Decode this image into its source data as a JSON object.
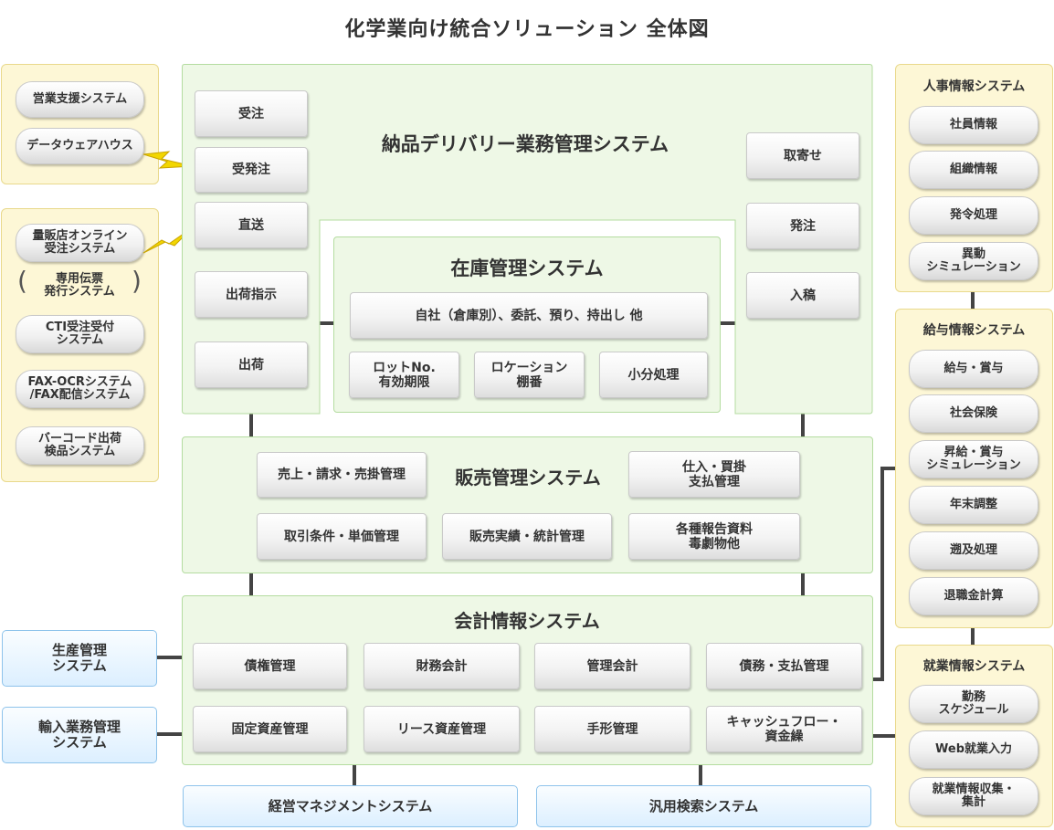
{
  "title": "化学業向け統合ソリューション 全体図",
  "left_top": {
    "items": [
      "営業支援システム",
      "データウェアハウス"
    ]
  },
  "left_bottom": {
    "items": [
      "量販店オンライン\n受注システム",
      "専用伝票\n発行システム",
      "CTI受注受付\nシステム",
      "FAX-OCRシステム\n/FAX配信システム",
      "バーコード出荷\n検品システム"
    ]
  },
  "delivery": {
    "title": "納品デリバリー業務管理システム",
    "left_buttons": [
      "受注",
      "受発注",
      "直送",
      "出荷指示",
      "出荷"
    ],
    "right_buttons": [
      "取寄せ",
      "発注",
      "入稿"
    ]
  },
  "inventory": {
    "title": "在庫管理システム",
    "wide": "自社（倉庫別）、委託、預り、持出し 他",
    "buttons": [
      "ロットNo.\n有効期限",
      "ロケーション\n棚番",
      "小分処理"
    ]
  },
  "sales": {
    "title": "販売管理システム",
    "buttons": [
      "売上・請求・売掛管理",
      "仕入・買掛\n支払管理",
      "取引条件・単価管理",
      "販売実績・統計管理",
      "各種報告資料\n毒劇物他"
    ]
  },
  "accounting": {
    "title": "会計情報システム",
    "buttons": [
      "債権管理",
      "財務会計",
      "管理会計",
      "債務・支払管理",
      "固定資産管理",
      "リース資産管理",
      "手形管理",
      "キャッシュフロー・\n資金繰"
    ]
  },
  "left_blue": [
    "生産管理\nシステム",
    "輸入業務管理\nシステム"
  ],
  "bottom_blue": [
    "経営マネジメントシステム",
    "汎用検索システム"
  ],
  "hr": {
    "title": "人事情報システム",
    "items": [
      "社員情報",
      "組織情報",
      "発令処理",
      "異動\nシミュレーション"
    ]
  },
  "payroll": {
    "title": "給与情報システム",
    "items": [
      "給与・賞与",
      "社会保険",
      "昇給・賞与\nシミュレーション",
      "年末調整",
      "遡及処理",
      "退職金計算"
    ]
  },
  "work": {
    "title": "就業情報システム",
    "items": [
      "勤務\nスケジュール",
      "Web就業入力",
      "就業情報収集・\n集計"
    ]
  }
}
